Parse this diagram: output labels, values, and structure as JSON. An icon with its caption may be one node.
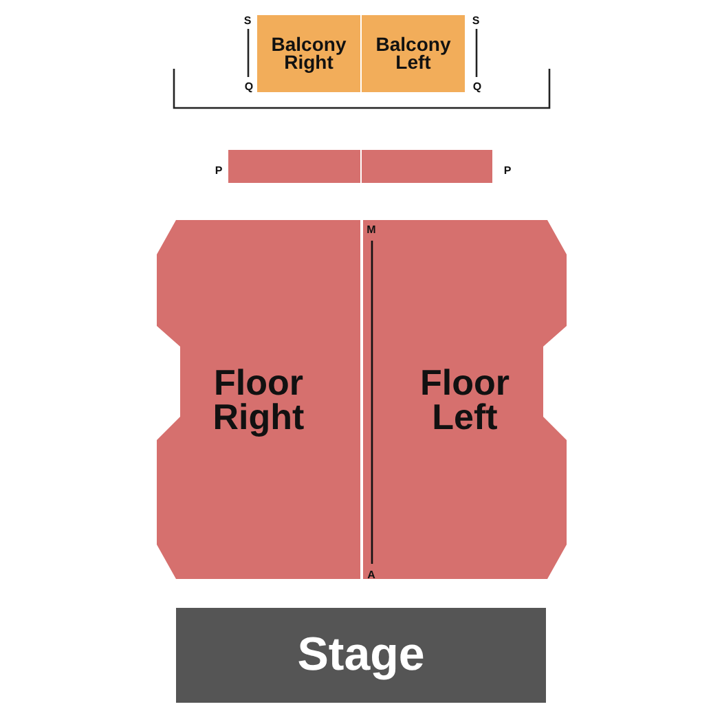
{
  "diagram": {
    "nodes": [
      {
        "text": [
          "Balcony Right"
        ]
      },
      {
        "text": [
          "Balcony Left"
        ]
      },
      {
        "text": [],
        "shape": "box"
      },
      {
        "text": [],
        "shape": "box"
      },
      {
        "text": [
          "Floor Right"
        ]
      },
      {
        "text": [
          "Floor Left"
        ]
      },
      {
        "text": [
          "Stage"
        ]
      }
    ],
    "labels": [
      "S",
      "S",
      "Q",
      "Q",
      "P",
      "P",
      "M",
      "A"
    ]
  }
}
